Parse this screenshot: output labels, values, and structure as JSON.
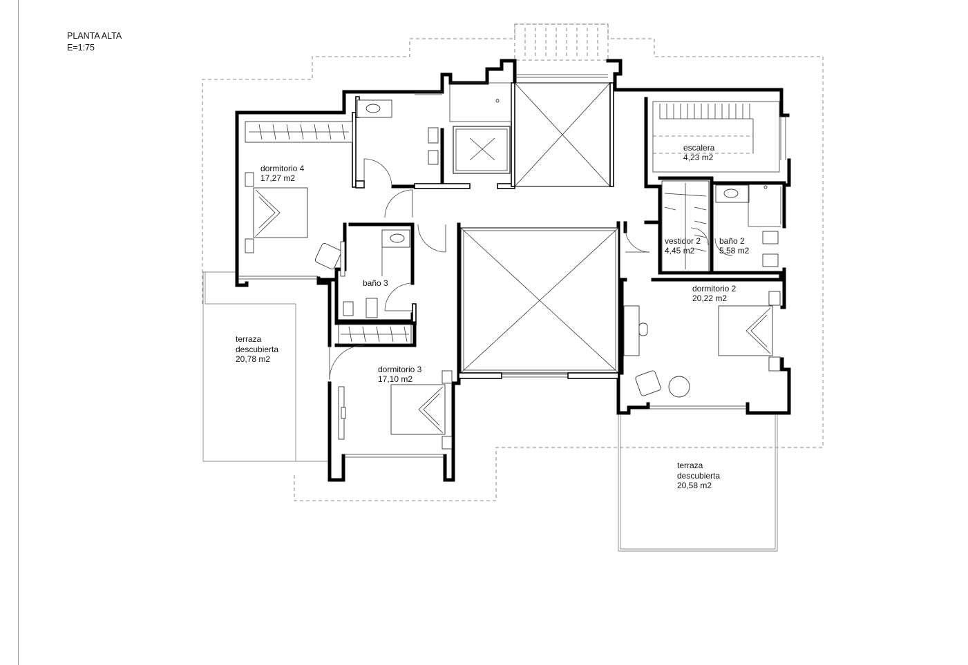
{
  "header": {
    "title": "PLANTA ALTA",
    "scale": "E=1:75"
  },
  "rooms": [
    {
      "name": "dormitorio 4",
      "area": "17,27 m2"
    },
    {
      "name": "baño 3",
      "area": ""
    },
    {
      "name": "terraza",
      "name2": "descubierta",
      "area": "20,78 m2"
    },
    {
      "name": "dormitorio 3",
      "area": "17,10 m2"
    },
    {
      "name": "escalera",
      "area": "4,23 m2"
    },
    {
      "name": "vestidor 2",
      "area": "4,45 m2"
    },
    {
      "name": "baño 2",
      "area": "5,58 m2"
    },
    {
      "name": "dormitorio 2",
      "area": "20,22 m2"
    },
    {
      "name": "terraza",
      "name2": "descubierta",
      "area": "20,58 m2"
    }
  ]
}
